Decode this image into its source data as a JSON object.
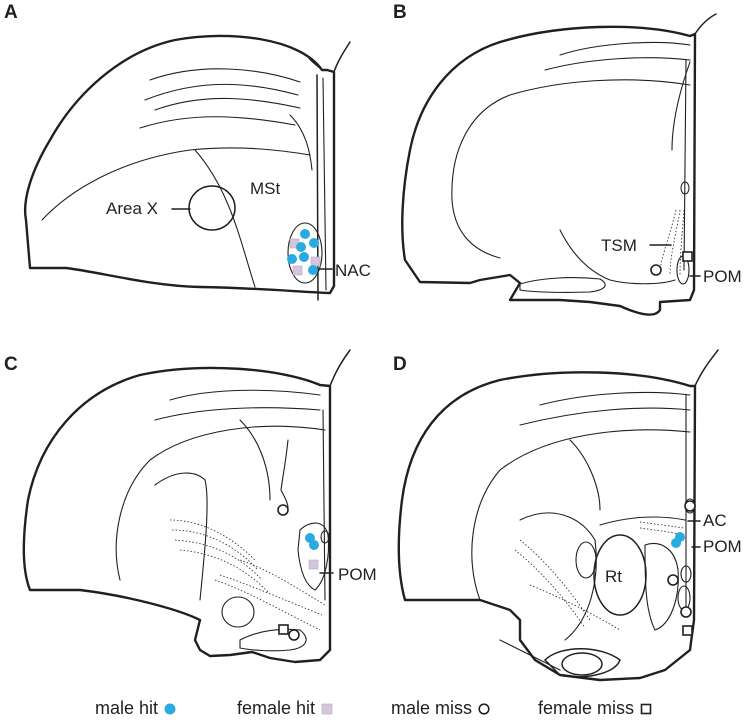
{
  "panels": {
    "A": {
      "letter": "A",
      "labels": {
        "area_x": "Area X",
        "mst": "MSt",
        "nac": "NAC"
      }
    },
    "B": {
      "letter": "B",
      "labels": {
        "tsm": "TSM",
        "pom": "POM"
      }
    },
    "C": {
      "letter": "C",
      "labels": {
        "pom": "POM"
      }
    },
    "D": {
      "letter": "D",
      "labels": {
        "ac": "AC",
        "pom": "POM",
        "rt": "Rt"
      }
    }
  },
  "legend": {
    "male_hit": "male hit",
    "female_hit": "female hit",
    "male_miss": "male miss",
    "female_miss": "female miss"
  },
  "colors": {
    "male_hit": "#29abe2",
    "female_hit": "#d5c6dc",
    "outline": "#231f20"
  }
}
